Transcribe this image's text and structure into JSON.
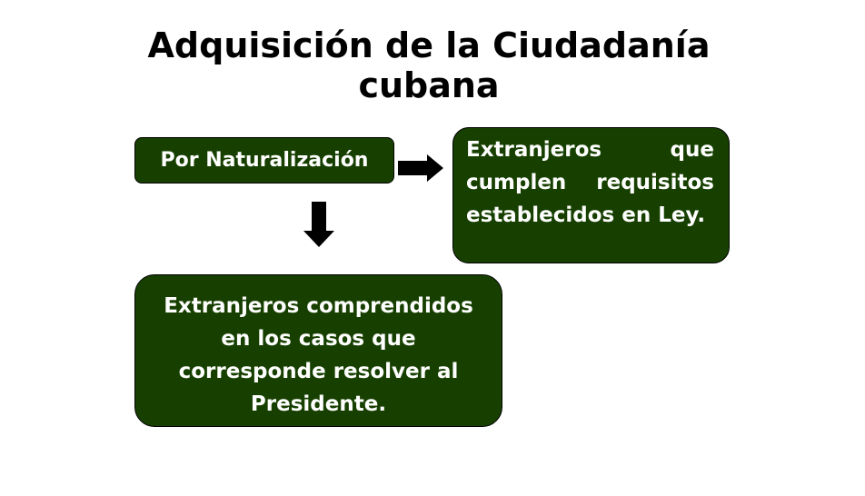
{
  "title": "Adquisición de la Ciudadanía cubana",
  "boxes": {
    "root": "Por Naturalización",
    "right": "Extranjeros que cumplen requisitos establecidos en Ley.",
    "bottom": "Extranjeros comprendidos en los casos que corresponde resolver al Presidente."
  },
  "colors": {
    "box_fill": "#174000",
    "text": "#ffffff",
    "arrow": "#000000"
  }
}
